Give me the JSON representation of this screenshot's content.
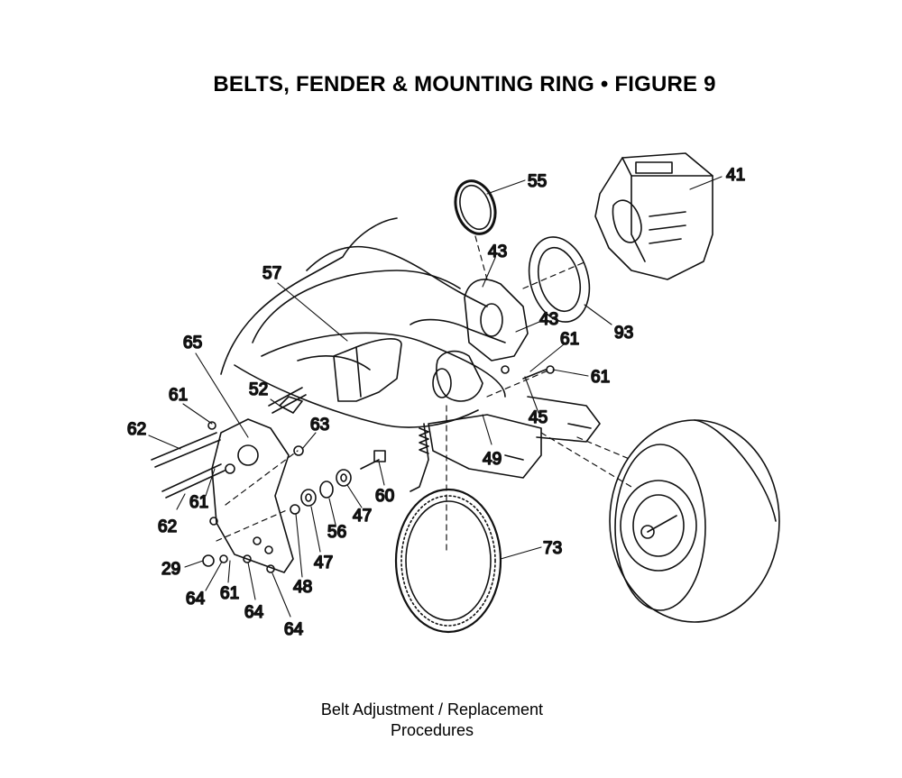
{
  "figure": {
    "title": "BELTS, FENDER & MOUNTING RING  •  FIGURE 9",
    "caption_line1": "Belt Adjustment / Replacement",
    "caption_line2": "Procedures"
  },
  "callouts": [
    {
      "id": "c41",
      "label": "41"
    },
    {
      "id": "c55",
      "label": "55"
    },
    {
      "id": "c43a",
      "label": "43"
    },
    {
      "id": "c43b",
      "label": "43"
    },
    {
      "id": "c93",
      "label": "93"
    },
    {
      "id": "c57",
      "label": "57"
    },
    {
      "id": "c65",
      "label": "65"
    },
    {
      "id": "c61a",
      "label": "61"
    },
    {
      "id": "c61b",
      "label": "61"
    },
    {
      "id": "c61c",
      "label": "61"
    },
    {
      "id": "c61d",
      "label": "61"
    },
    {
      "id": "c61e",
      "label": "61"
    },
    {
      "id": "c62a",
      "label": "62"
    },
    {
      "id": "c62b",
      "label": "62"
    },
    {
      "id": "c52",
      "label": "52"
    },
    {
      "id": "c63",
      "label": "63"
    },
    {
      "id": "c45",
      "label": "45"
    },
    {
      "id": "c49",
      "label": "49"
    },
    {
      "id": "c60",
      "label": "60"
    },
    {
      "id": "c47a",
      "label": "47"
    },
    {
      "id": "c47b",
      "label": "47"
    },
    {
      "id": "c56",
      "label": "56"
    },
    {
      "id": "c48",
      "label": "48"
    },
    {
      "id": "c29",
      "label": "29"
    },
    {
      "id": "c64a",
      "label": "64"
    },
    {
      "id": "c64b",
      "label": "64"
    },
    {
      "id": "c64c",
      "label": "64"
    },
    {
      "id": "c73",
      "label": "73"
    }
  ]
}
